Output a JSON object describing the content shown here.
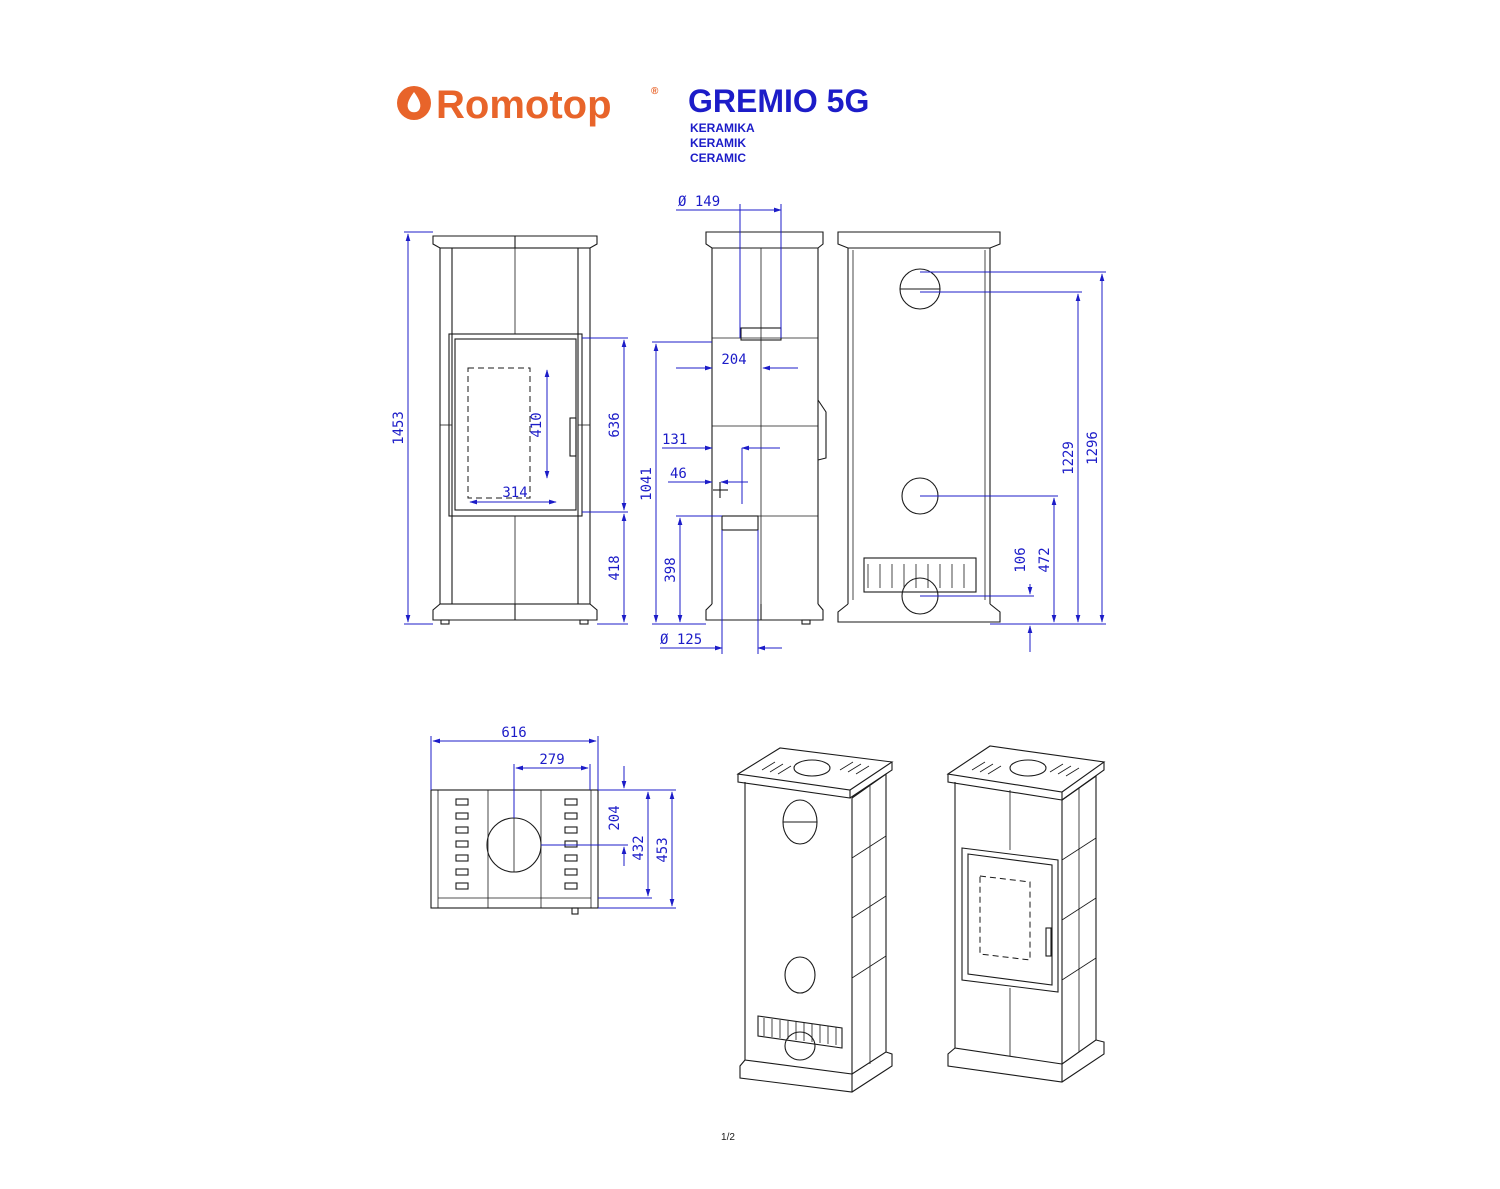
{
  "header": {
    "brand": "Romotop",
    "registered": "®",
    "model": "GREMIO 5G",
    "material_cz": "KERAMIKA",
    "material_de": "KERAMIK",
    "material_en": "CERAMIC"
  },
  "dimensions": {
    "flue_top_dia": "Ø 149",
    "height_total": "1453",
    "door_width_inner": "314",
    "door_height_inner": "410",
    "door_height": "636",
    "base_height_front": "418",
    "flue_offset_side": "204",
    "dim_131": "131",
    "dim_46": "46",
    "height_1041": "1041",
    "height_398": "398",
    "air_inlet_dia": "Ø 125",
    "rear_106": "106",
    "rear_472": "472",
    "rear_1229": "1229",
    "rear_1296": "1296",
    "width_616": "616",
    "top_279": "279",
    "top_204": "204",
    "top_432": "432",
    "top_453": "453"
  },
  "footer": {
    "page": "1/2"
  }
}
